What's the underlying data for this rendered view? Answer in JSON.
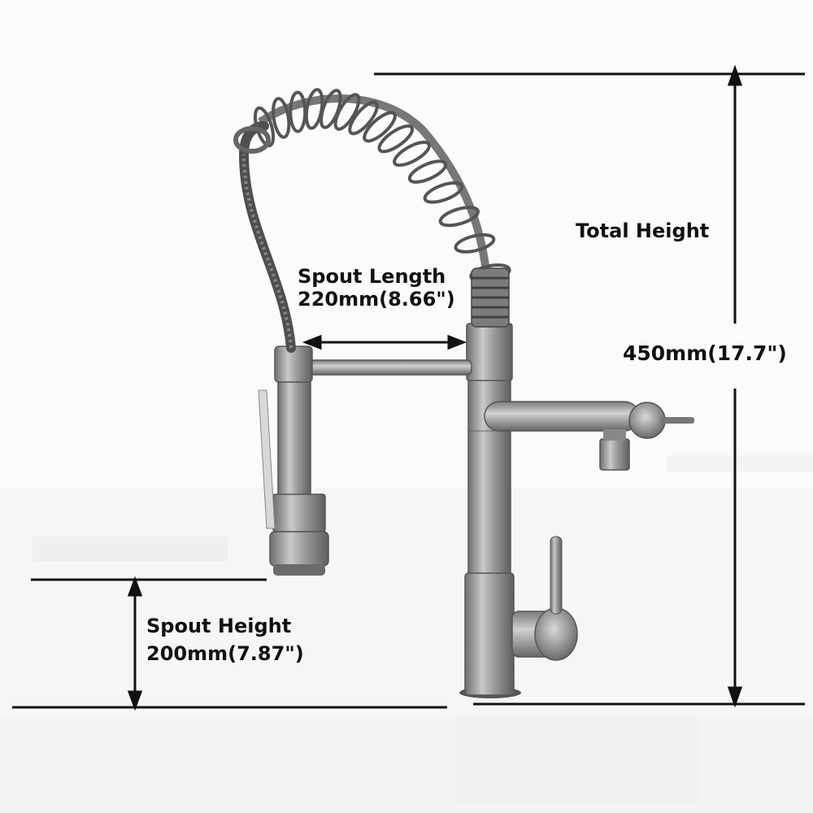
{
  "dimensions": {
    "spout_length": {
      "title": "Spout Length",
      "value": "220mm(8.66\")"
    },
    "total_height": {
      "title": "Total Height",
      "value": "450mm(17.7\")"
    },
    "spout_height": {
      "title": "Spout Height",
      "value": "200mm(7.87\")"
    }
  },
  "colors": {
    "line": "#111111",
    "faucet_body": "#9a9a9a",
    "faucet_shadow": "#6e6e6e",
    "background": "#fbfbfb"
  }
}
